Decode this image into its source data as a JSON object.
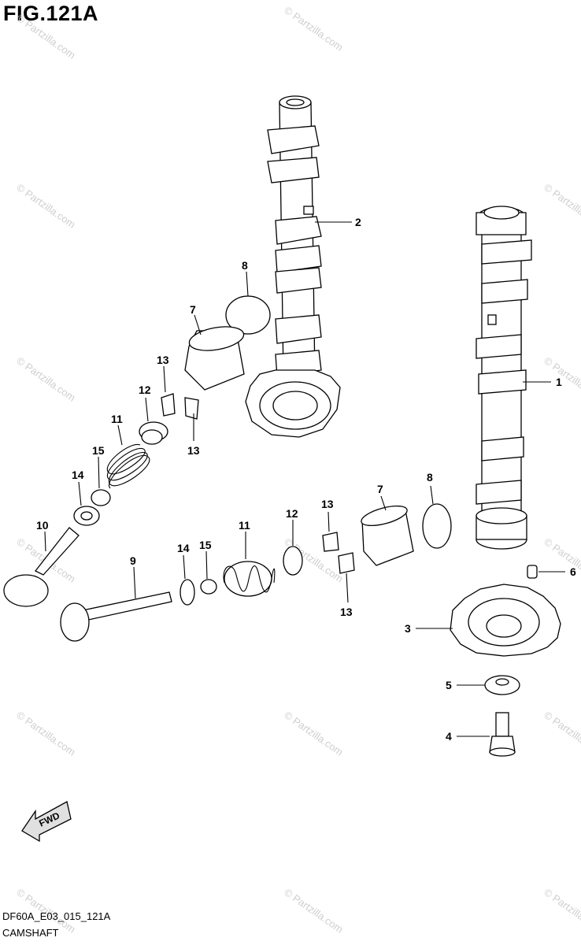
{
  "figure": {
    "title": "FIG.121A",
    "code": "DF60A_E03_015_121A",
    "name": "CAMSHAFT",
    "fwd_label": "FWD",
    "watermark": "© Partzilla.com"
  },
  "callouts": [
    {
      "id": "c1",
      "label": "1"
    },
    {
      "id": "c2",
      "label": "2"
    },
    {
      "id": "c3",
      "label": "3"
    },
    {
      "id": "c4",
      "label": "4"
    },
    {
      "id": "c5",
      "label": "5"
    },
    {
      "id": "c6",
      "label": "6"
    },
    {
      "id": "c7a",
      "label": "7"
    },
    {
      "id": "c7b",
      "label": "7"
    },
    {
      "id": "c8a",
      "label": "8"
    },
    {
      "id": "c8b",
      "label": "8"
    },
    {
      "id": "c9",
      "label": "9"
    },
    {
      "id": "c10",
      "label": "10"
    },
    {
      "id": "c11a",
      "label": "11"
    },
    {
      "id": "c11b",
      "label": "11"
    },
    {
      "id": "c12a",
      "label": "12"
    },
    {
      "id": "c12b",
      "label": "12"
    },
    {
      "id": "c13a",
      "label": "13"
    },
    {
      "id": "c13b",
      "label": "13"
    },
    {
      "id": "c13c",
      "label": "13"
    },
    {
      "id": "c13d",
      "label": "13"
    },
    {
      "id": "c14a",
      "label": "14"
    },
    {
      "id": "c14b",
      "label": "14"
    },
    {
      "id": "c15a",
      "label": "15"
    },
    {
      "id": "c15b",
      "label": "15"
    }
  ]
}
